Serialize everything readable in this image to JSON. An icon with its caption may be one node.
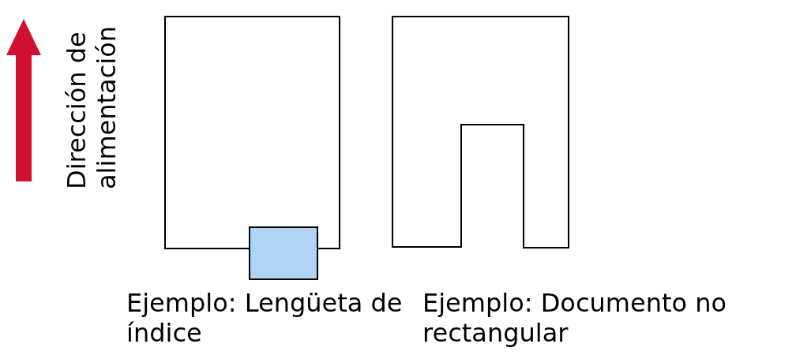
{
  "diagram": {
    "labels": [
      "Dirección de alimentación",
      "Ejemplo: Lengüeta de índice",
      "Ejemplo: Documento no rectangular"
    ]
  }
}
